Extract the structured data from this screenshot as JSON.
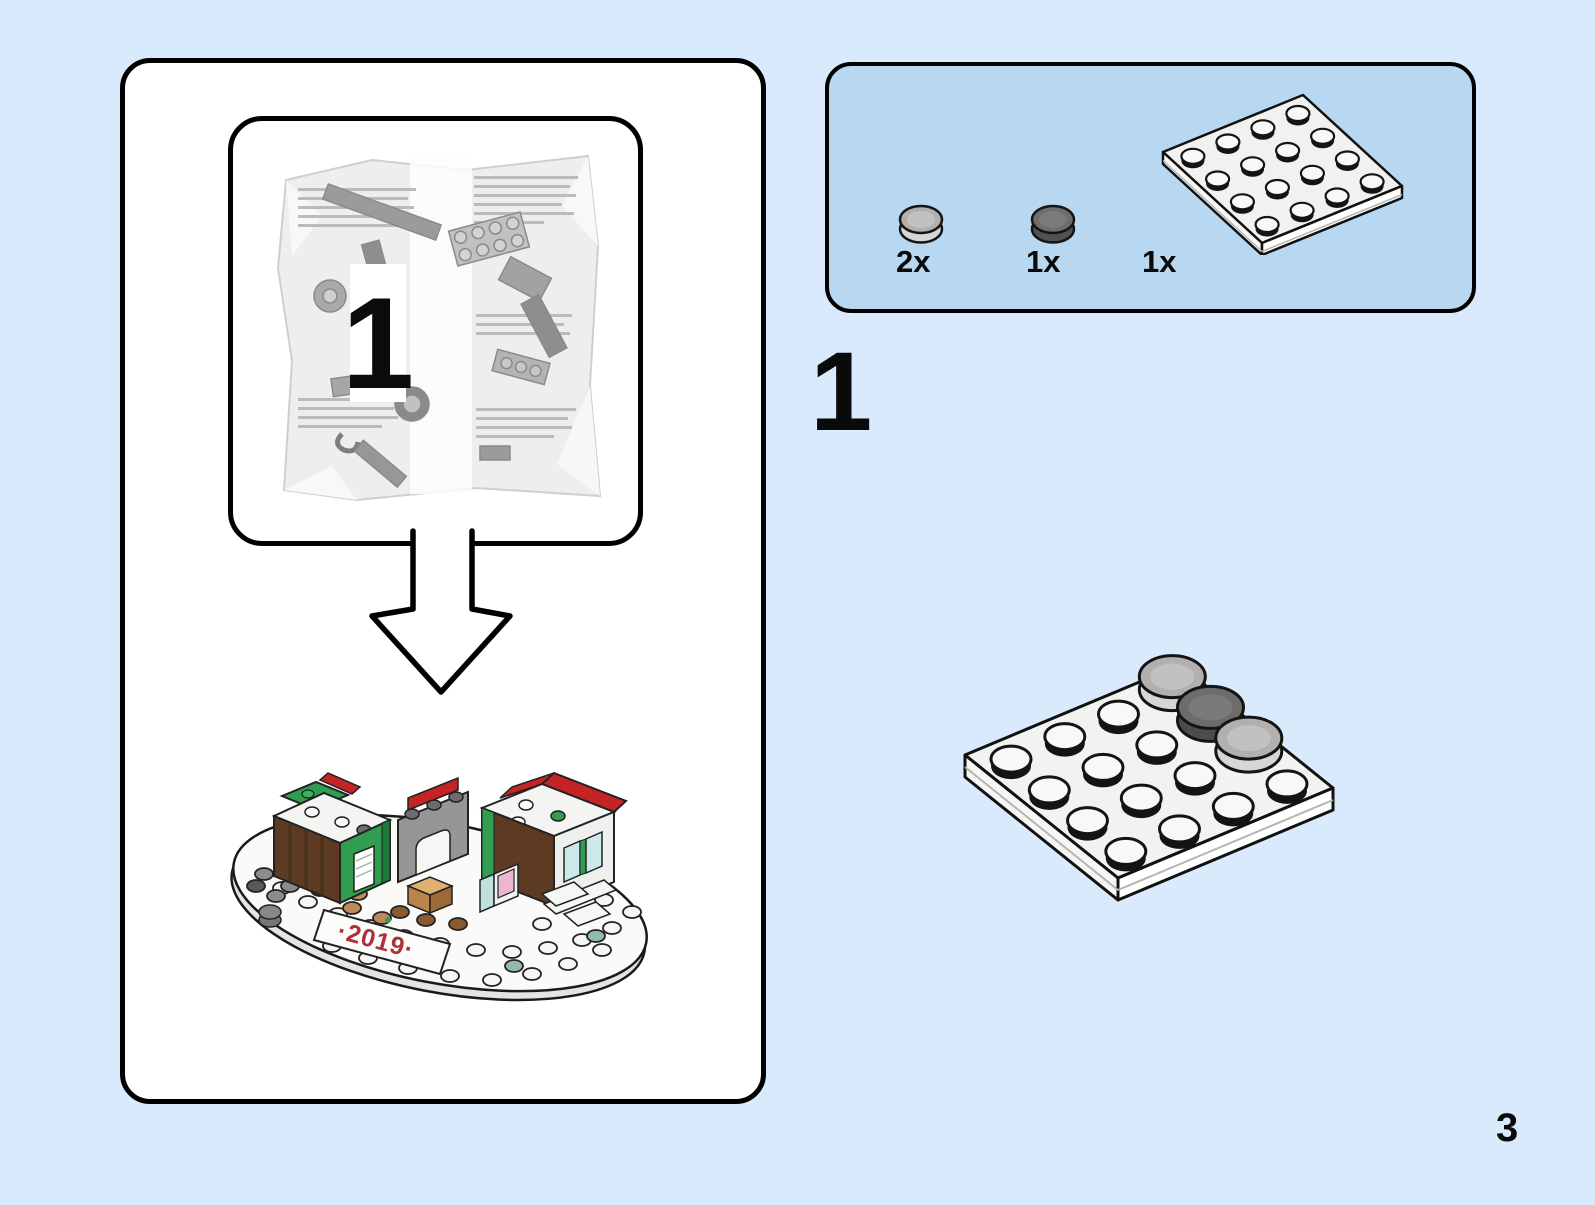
{
  "page": {
    "number": "3"
  },
  "step": {
    "number": "1"
  },
  "bag": {
    "number": "1"
  },
  "parts_panel": {
    "parts": [
      {
        "name": "round-tile-1x1-light-gray",
        "count": "2x",
        "color": "#b2b0ae"
      },
      {
        "name": "round-tile-1x1-dark-gray",
        "count": "1x",
        "color": "#6f6d6b"
      },
      {
        "name": "plate-4x4-white",
        "count": "1x",
        "color": "#f2f2f0"
      }
    ]
  },
  "assembly": {
    "base": "plate-4x4-white",
    "placed_tiles": [
      "light-gray",
      "dark-gray",
      "light-gray"
    ]
  },
  "model": {
    "year_label": "·2019·"
  },
  "colors": {
    "page_background": "#d8eafb",
    "panel_background": "#b8d7f1",
    "outline": "#000000"
  }
}
